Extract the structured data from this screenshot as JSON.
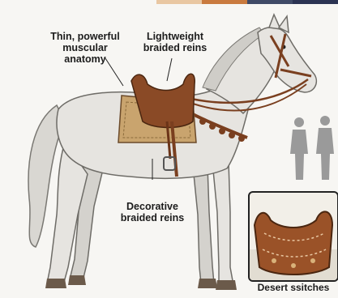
{
  "labels": {
    "anatomy": "Thin, powerful\nmuscular anatomy",
    "reins_top": "Lightweight\nbraided reins",
    "reins_bottom": "Decorative\nbraided reins",
    "inset_caption": "Desert ssitches"
  },
  "colors": {
    "background": "#f7f6f3",
    "horse_coat": "#e4e2de",
    "horse_shadow": "#b9b6b0",
    "leather": "#8a4a26",
    "saddle_pad": "#c9a46e",
    "silhouette": "#9a9a9a",
    "swatches": [
      "#e9c7a2",
      "#c97a3e",
      "#3f4a66",
      "#2b3352"
    ]
  },
  "icons": [
    "person-silhouette-icon",
    "person-silhouette-icon"
  ]
}
